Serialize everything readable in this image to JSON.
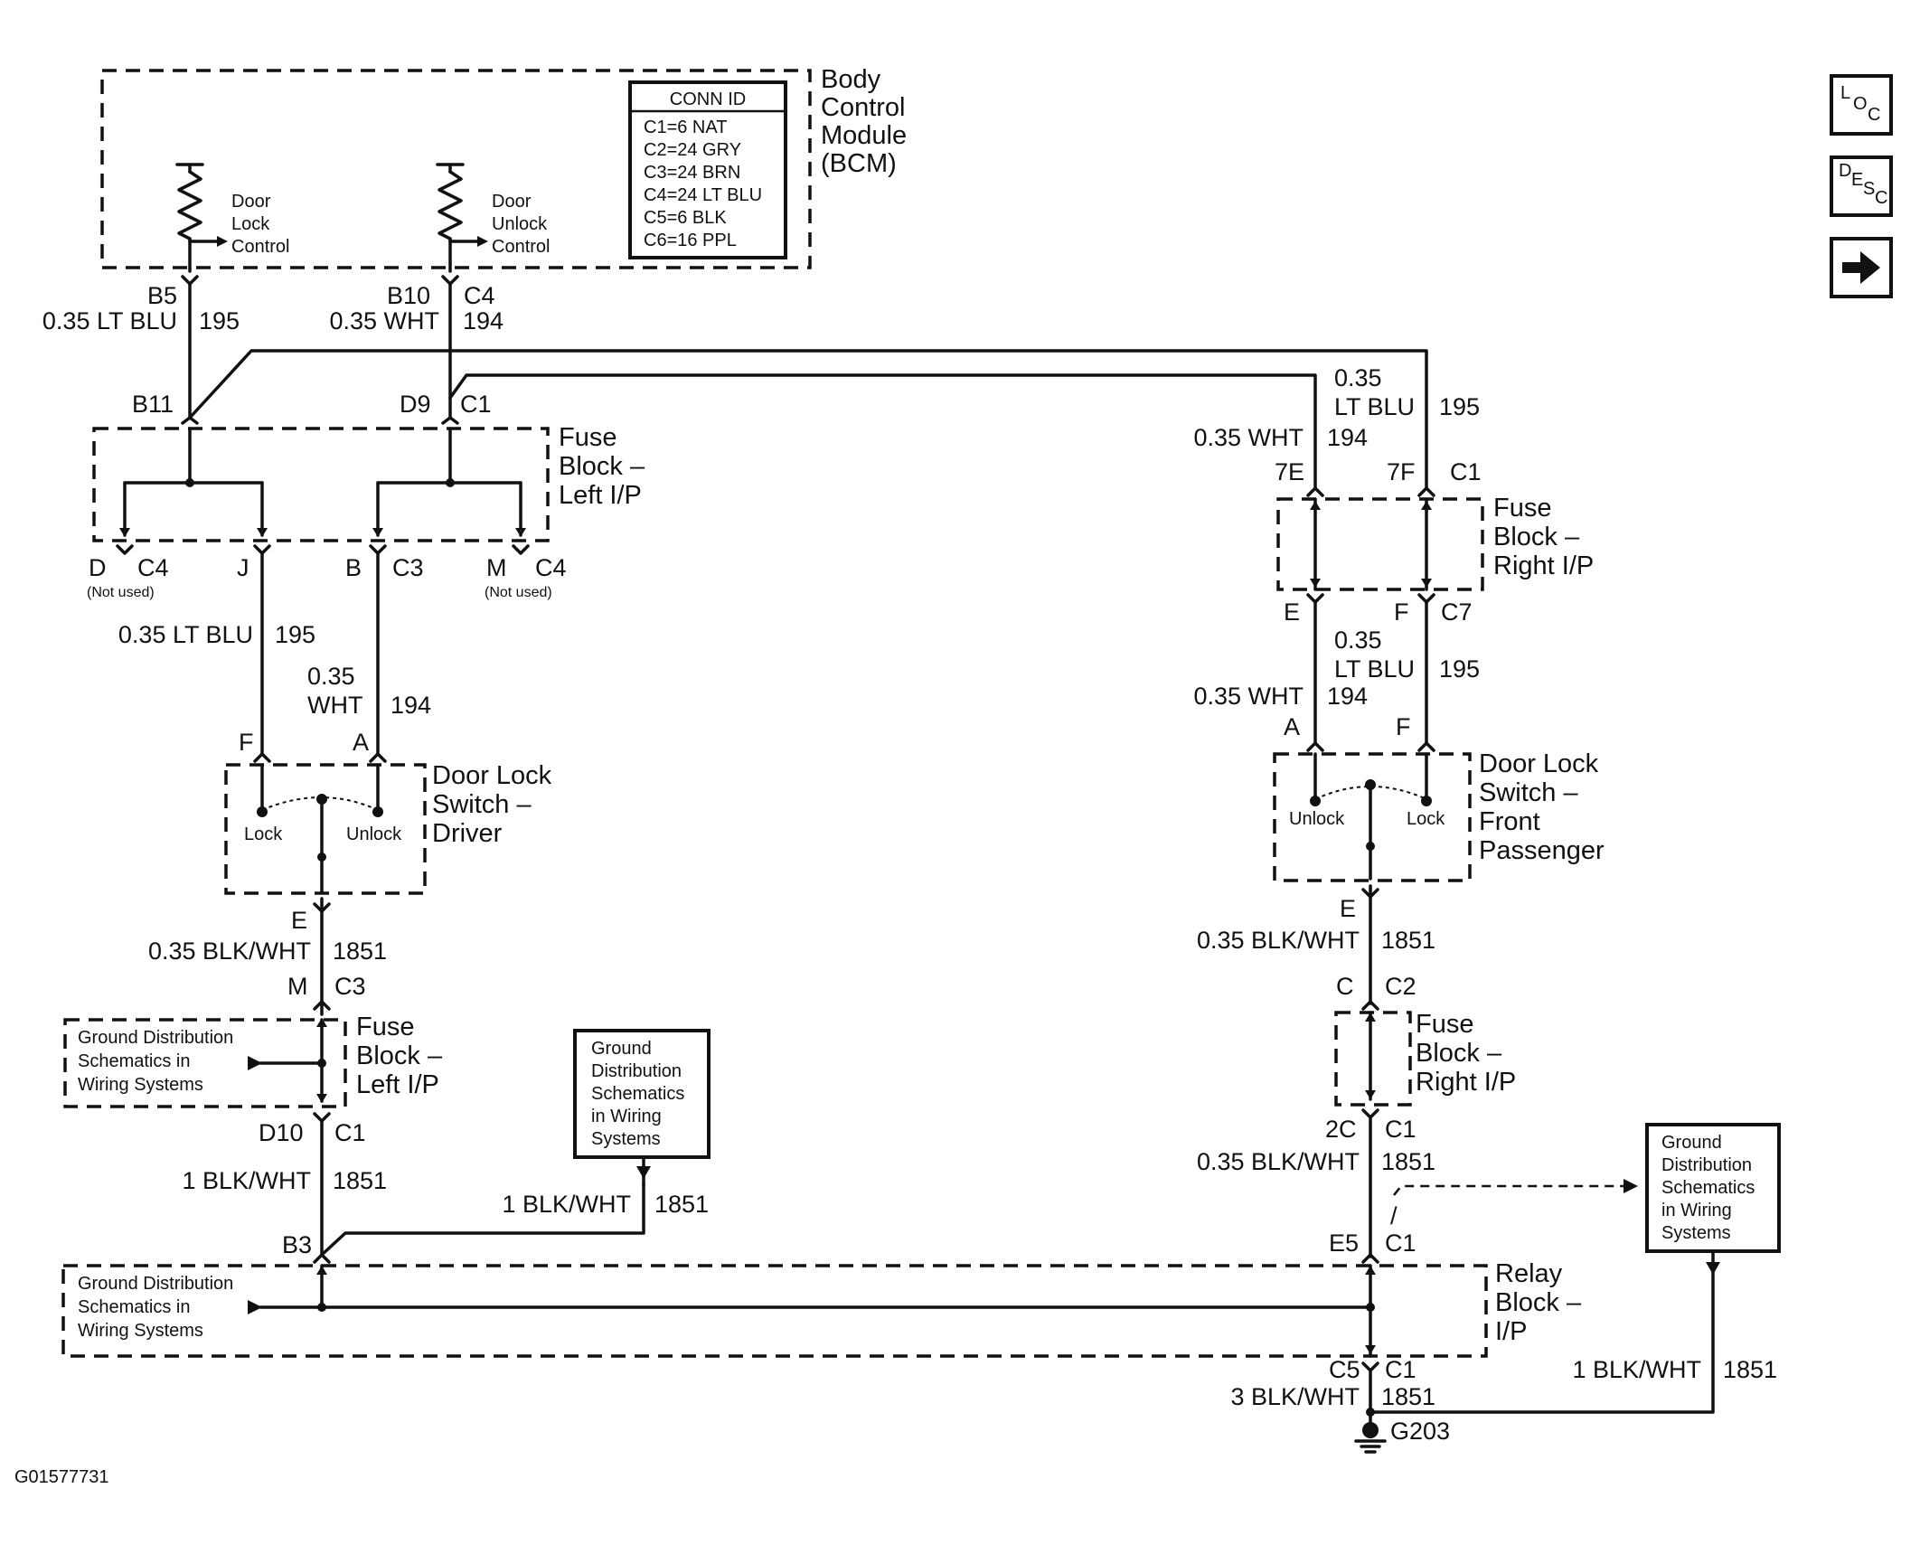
{
  "bcm": {
    "title_lines": [
      "Body",
      "Control",
      "Module",
      "(BCM)"
    ],
    "lock_label": [
      "Door",
      "Lock",
      "Control"
    ],
    "unlock_label": [
      "Door",
      "Unlock",
      "Control"
    ],
    "conn_id": {
      "header": "CONN ID",
      "rows": [
        "C1=6 NAT",
        "C2=24 GRY",
        "C3=24 BRN",
        "C4=24 LT BLU",
        "C5=6 BLK",
        "C6=16 PPL"
      ]
    }
  },
  "bcm_pins": {
    "b5": "B5",
    "b10": "B10",
    "c4": "C4",
    "w195": "0.35 LT BLU",
    "c195": "195",
    "w194": "0.35 WHT",
    "c194": "194"
  },
  "left_fuse_top": {
    "b11": "B11",
    "d9": "D9",
    "c1": "C1",
    "title_lines": [
      "Fuse",
      "Block –",
      "Left I/P"
    ]
  },
  "left_fuse_bottom_pins": {
    "d": "D",
    "c4a": "C4",
    "notused1": "(Not used)",
    "j": "J",
    "b": "B",
    "c3": "C3",
    "m": "M",
    "c4b": "C4",
    "notused2": "(Not used)"
  },
  "left_wires": {
    "w195": "0.35 LT BLU",
    "c195": "195",
    "w194_a": "0.35",
    "w194_b": "WHT",
    "c194": "194"
  },
  "driver_switch": {
    "f": "F",
    "a": "A",
    "title_lines": [
      "Door Lock",
      "Switch –",
      "Driver"
    ],
    "lock": "Lock",
    "unlock": "Unlock"
  },
  "driver_ground": {
    "e": "E",
    "wire": "0.35 BLK/WHT",
    "circuit": "1851",
    "m": "M",
    "c3": "C3",
    "fuse_lines": [
      "Fuse",
      "Block –",
      "Left I/P"
    ],
    "gd_lines": [
      "Ground Distribution",
      "Schematics in",
      "Wiring Systems"
    ],
    "d10": "D10",
    "c1": "C1",
    "wire2": "1 BLK/WHT",
    "circuit2": "1851",
    "b3": "B3"
  },
  "center_gd": {
    "lines": [
      "Ground",
      "Distribution",
      "Schematics",
      "in Wiring",
      "Systems"
    ],
    "wire": "1 BLK/WHT",
    "circuit": "1851"
  },
  "right_top": {
    "w195_a": "0.35",
    "w195_b": "LT BLU",
    "c195": "195",
    "w194": "0.35 WHT",
    "c194": "194",
    "p7e": "7E",
    "p7f": "7F",
    "c1": "C1",
    "fuse_lines": [
      "Fuse",
      "Block –",
      "Right I/P"
    ],
    "e": "E",
    "f": "F",
    "c7": "C7",
    "w195b_a": "0.35",
    "w195b_b": "LT BLU",
    "c195b": "195",
    "w194b": "0.35 WHT",
    "c194b": "194"
  },
  "passenger_switch": {
    "a": "A",
    "f": "F",
    "title_lines": [
      "Door Lock",
      "Switch –",
      "Front",
      "Passenger"
    ],
    "unlock": "Unlock",
    "lock": "Lock"
  },
  "passenger_ground": {
    "e": "E",
    "wire": "0.35 BLK/WHT",
    "circuit": "1851",
    "c": "C",
    "c2": "C2",
    "fuse_lines": [
      "Fuse",
      "Block –",
      "Right I/P"
    ],
    "p2c": "2C",
    "c1": "C1",
    "wire2": "0.35 BLK/WHT",
    "circuit2": "1851",
    "slash": "/",
    "e5": "E5",
    "c1b": "C1"
  },
  "right_gd": {
    "lines": [
      "Ground",
      "Distribution",
      "Schematics",
      "in Wiring",
      "Systems"
    ],
    "wire": "1 BLK/WHT",
    "circuit": "1851"
  },
  "relay_block": {
    "title_lines": [
      "Relay",
      "Block –",
      "I/P"
    ],
    "gd_lines": [
      "Ground Distribution",
      "Schematics in",
      "Wiring Systems"
    ],
    "c5": "C5",
    "c1": "C1",
    "wire": "3 BLK/WHT",
    "circuit": "1851",
    "ground": "G203"
  },
  "figure_id": "G01577731",
  "side_buttons": {
    "loc": [
      "L",
      "O",
      "C"
    ],
    "desc": [
      "D",
      "E",
      "S",
      "C"
    ]
  },
  "icons": {
    "next": "arrow-right-icon",
    "ground": "ground-symbol-icon"
  }
}
